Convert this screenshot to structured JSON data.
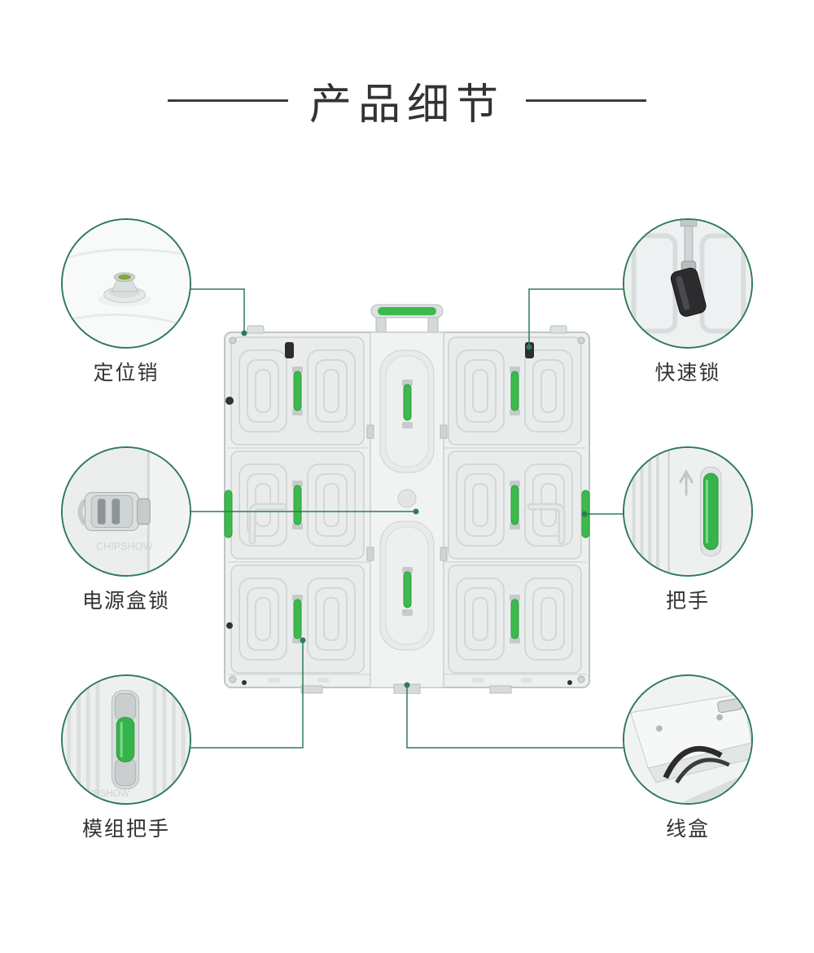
{
  "page": {
    "title": "产品细节",
    "watermark": "CHIPSHOW"
  },
  "colors": {
    "accent_green": "#2f7b55",
    "handle_green": "#3db94e",
    "cabinet_gray": "#edf0f0",
    "title_color": "#333333"
  },
  "callouts": [
    {
      "id": "positioning-pin",
      "label": "定位销",
      "position": "top-left"
    },
    {
      "id": "quick-lock",
      "label": "快速锁",
      "position": "top-right"
    },
    {
      "id": "power-box-lock",
      "label": "电源盒锁",
      "position": "middle-left"
    },
    {
      "id": "handle",
      "label": "把手",
      "position": "middle-right"
    },
    {
      "id": "module-handle",
      "label": "模组把手",
      "position": "bottom-left"
    },
    {
      "id": "wire-box",
      "label": "线盒",
      "position": "bottom-right"
    }
  ]
}
